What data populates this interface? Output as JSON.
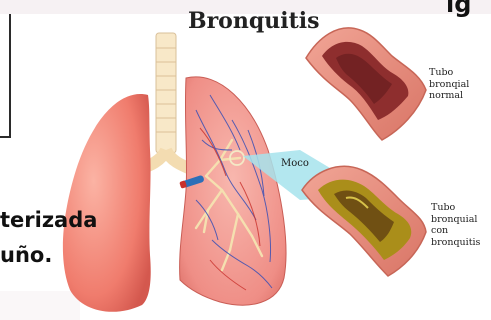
{
  "title": "Bronquitis",
  "overlay": {
    "line1": "terizada",
    "line2": "uño.",
    "corner": "ıg"
  },
  "labels": {
    "normal": [
      "Tubo",
      "bronqial",
      "normal"
    ],
    "bronchitis": [
      "Tubo",
      "bronquial",
      "con",
      "bronquitis"
    ],
    "mucus": "Moco"
  },
  "colors": {
    "lung": "#f07c6d",
    "lung_inflamed": "#ef8e86",
    "trachea": "#f8e8c8",
    "tube_outer": "#e99585",
    "tube_inner": "#8e2e2e",
    "mucus": "#aa8e1a",
    "highlight_beam": "#a6e3ec",
    "vessels": "#3a4fb5",
    "bronchi": "#f5e0b0"
  }
}
